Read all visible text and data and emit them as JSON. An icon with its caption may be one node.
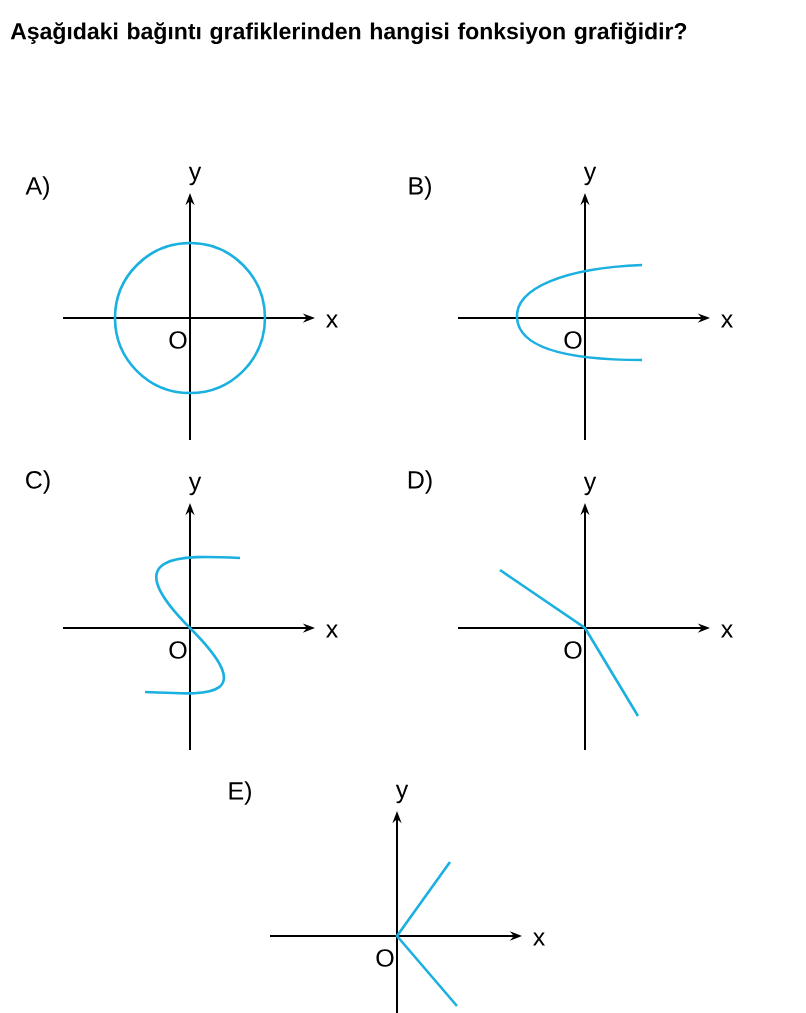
{
  "diagram": {
    "title": "Aşağıdaki bağıntı grafiklerinden hangisi fonksiyon grafiğidir?",
    "labels": [
      "A)",
      "y",
      "x",
      "O",
      "B)",
      "y",
      "x",
      "O",
      "C)",
      "y",
      "x",
      "O",
      "D)",
      "y",
      "x",
      "O",
      "E)",
      "y",
      "x",
      "O"
    ]
  }
}
